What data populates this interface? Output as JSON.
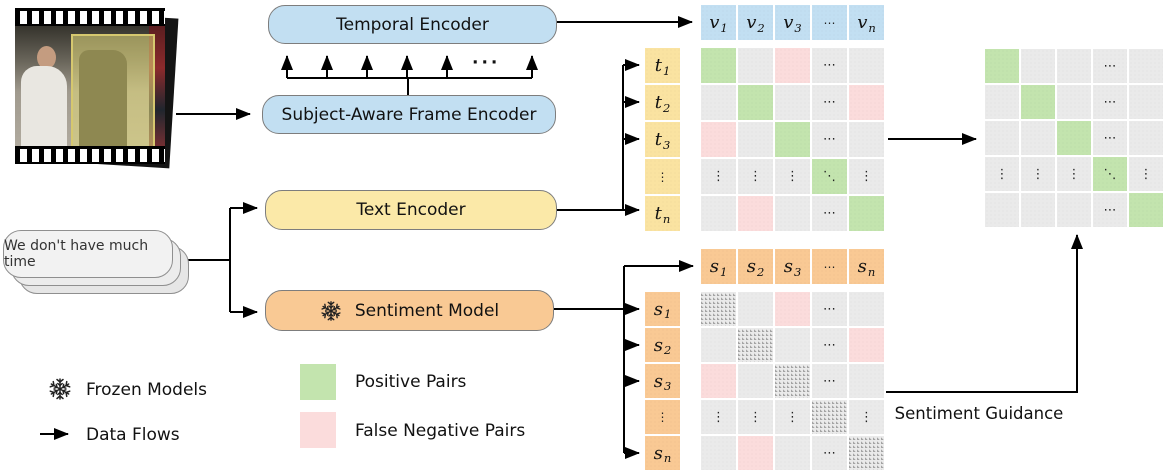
{
  "figure": {
    "encoders": {
      "temporal": "Temporal Encoder",
      "frame": "Subject-Aware Frame Encoder",
      "text": "Text Encoder",
      "sentiment": "Sentiment Model"
    },
    "transcript": "We don't have much time",
    "comb_dots": "···",
    "legend": {
      "frozen": "Frozen Models",
      "flows": "Data Flows",
      "positive": "Positive Pairs",
      "false_negative": "False Negative Pairs"
    },
    "guidance_label": "Sentiment Guidance",
    "colors": {
      "encoder_blue": "#c2dff2",
      "encoder_yellow": "#fbe9a8",
      "encoder_orange": "#f9c994",
      "cell_yellow": "#fae3a1",
      "positive_green": "#c3e4ae",
      "false_negative_pink": "#fbdcdc",
      "neutral_gray": "#eaeaea"
    },
    "v_header": [
      "v_1",
      "v_2",
      "v_3",
      "⋯",
      "v_n"
    ],
    "t_labels": [
      "t_1",
      "t_2",
      "t_3",
      "⋮",
      "t_n"
    ],
    "s_header": [
      "s_1",
      "s_2",
      "s_3",
      "⋯",
      "s_n"
    ],
    "s_labels": [
      "s_1",
      "s_2",
      "s_3",
      "⋮",
      "s_n"
    ],
    "matrices": {
      "tv": [
        [
          {
            "c": "green",
            "t": ""
          },
          {
            "c": "gray",
            "t": ""
          },
          {
            "c": "pink",
            "t": ""
          },
          {
            "c": "gray",
            "t": "⋯"
          },
          {
            "c": "gray",
            "t": ""
          }
        ],
        [
          {
            "c": "gray",
            "t": ""
          },
          {
            "c": "green",
            "t": ""
          },
          {
            "c": "gray",
            "t": ""
          },
          {
            "c": "gray",
            "t": "⋯"
          },
          {
            "c": "pink",
            "t": ""
          }
        ],
        [
          {
            "c": "pink",
            "t": ""
          },
          {
            "c": "gray",
            "t": ""
          },
          {
            "c": "green",
            "t": ""
          },
          {
            "c": "gray",
            "t": "⋯"
          },
          {
            "c": "gray",
            "t": ""
          }
        ],
        [
          {
            "c": "gray",
            "t": "⋮"
          },
          {
            "c": "gray",
            "t": "⋮"
          },
          {
            "c": "gray",
            "t": "⋮"
          },
          {
            "c": "green",
            "t": "⋱"
          },
          {
            "c": "gray",
            "t": "⋮"
          }
        ],
        [
          {
            "c": "gray",
            "t": ""
          },
          {
            "c": "pink",
            "t": ""
          },
          {
            "c": "gray",
            "t": ""
          },
          {
            "c": "gray",
            "t": "⋯"
          },
          {
            "c": "green",
            "t": ""
          }
        ]
      ],
      "sv": [
        [
          {
            "c": "hatch",
            "t": ""
          },
          {
            "c": "gray",
            "t": ""
          },
          {
            "c": "pink",
            "t": ""
          },
          {
            "c": "gray",
            "t": "⋯"
          },
          {
            "c": "gray",
            "t": ""
          }
        ],
        [
          {
            "c": "gray",
            "t": ""
          },
          {
            "c": "hatch",
            "t": ""
          },
          {
            "c": "gray",
            "t": ""
          },
          {
            "c": "gray",
            "t": "⋯"
          },
          {
            "c": "pink",
            "t": ""
          }
        ],
        [
          {
            "c": "pink",
            "t": ""
          },
          {
            "c": "gray",
            "t": ""
          },
          {
            "c": "hatch",
            "t": ""
          },
          {
            "c": "gray",
            "t": "⋯"
          },
          {
            "c": "gray",
            "t": ""
          }
        ],
        [
          {
            "c": "gray",
            "t": "⋮"
          },
          {
            "c": "gray",
            "t": "⋮"
          },
          {
            "c": "gray",
            "t": "⋮"
          },
          {
            "c": "hatch",
            "t": ""
          },
          {
            "c": "gray",
            "t": "⋮"
          }
        ],
        [
          {
            "c": "gray",
            "t": ""
          },
          {
            "c": "pink",
            "t": ""
          },
          {
            "c": "gray",
            "t": ""
          },
          {
            "c": "gray",
            "t": "⋯"
          },
          {
            "c": "hatch",
            "t": ""
          }
        ]
      ],
      "out": [
        [
          {
            "c": "green",
            "t": ""
          },
          {
            "c": "gray",
            "t": ""
          },
          {
            "c": "gray",
            "t": ""
          },
          {
            "c": "gray",
            "t": "⋯"
          },
          {
            "c": "gray",
            "t": ""
          }
        ],
        [
          {
            "c": "gray",
            "t": ""
          },
          {
            "c": "green",
            "t": ""
          },
          {
            "c": "gray",
            "t": ""
          },
          {
            "c": "gray",
            "t": "⋯"
          },
          {
            "c": "gray",
            "t": ""
          }
        ],
        [
          {
            "c": "gray",
            "t": ""
          },
          {
            "c": "gray",
            "t": ""
          },
          {
            "c": "green",
            "t": ""
          },
          {
            "c": "gray",
            "t": "⋯"
          },
          {
            "c": "gray",
            "t": ""
          }
        ],
        [
          {
            "c": "gray",
            "t": "⋮"
          },
          {
            "c": "gray",
            "t": "⋮"
          },
          {
            "c": "gray",
            "t": "⋮"
          },
          {
            "c": "green",
            "t": "⋱"
          },
          {
            "c": "gray",
            "t": "⋮"
          }
        ],
        [
          {
            "c": "gray",
            "t": ""
          },
          {
            "c": "gray",
            "t": ""
          },
          {
            "c": "gray",
            "t": ""
          },
          {
            "c": "gray",
            "t": "⋯"
          },
          {
            "c": "green",
            "t": ""
          }
        ]
      ]
    }
  }
}
